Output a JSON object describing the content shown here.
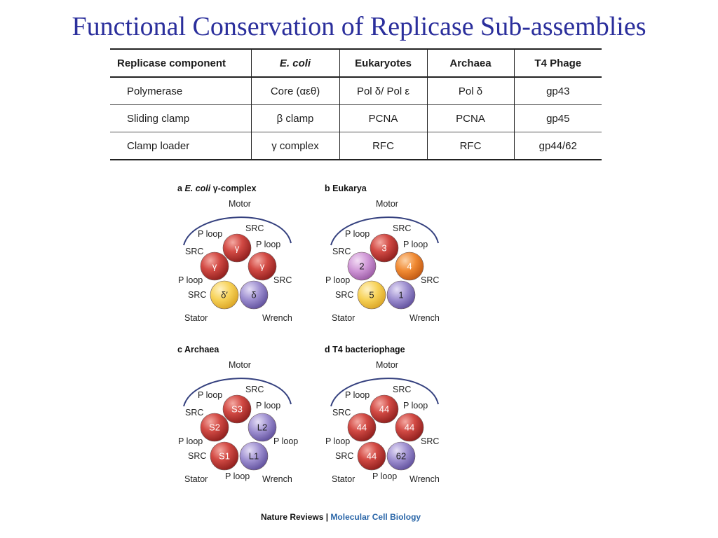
{
  "title": "Functional Conservation of Replicase Sub-assemblies",
  "table": {
    "headers": [
      "Replicase component",
      "E. coli",
      "Eukaryotes",
      "Archaea",
      "T4 Phage"
    ],
    "rows": [
      [
        "Polymerase",
        "Core (αεθ)",
        "Pol δ/ Pol ε",
        "Pol δ",
        "gp43"
      ],
      [
        "Sliding clamp",
        "β clamp",
        "PCNA",
        "PCNA",
        "gp45"
      ],
      [
        "Clamp loader",
        "γ complex",
        "RFC",
        "RFC",
        "gp44/62"
      ]
    ]
  },
  "panels": [
    {
      "letter": "a",
      "title_italic": "E. coli",
      "title_rest": " γ-complex",
      "motor": "Motor",
      "stator": "Stator",
      "wrench": "Wrench",
      "subunits": [
        "γ",
        "γ",
        "γ",
        "δ′",
        "δ"
      ],
      "subunit_colors": [
        "red",
        "red",
        "red",
        "yellow",
        "purple"
      ],
      "labels": [
        "P loop",
        "SRC",
        "P loop",
        "SRC",
        "P loop",
        "SRC",
        "SRC"
      ]
    },
    {
      "letter": "b",
      "title_italic": "",
      "title_rest": "Eukarya",
      "motor": "Motor",
      "stator": "Stator",
      "wrench": "Wrench",
      "subunits": [
        "3",
        "2",
        "4",
        "5",
        "1"
      ],
      "subunit_colors": [
        "red",
        "pink",
        "orange",
        "yellow",
        "purple"
      ],
      "labels": [
        "P loop",
        "SRC",
        "P loop",
        "SRC",
        "P loop",
        "SRC",
        "SRC"
      ]
    },
    {
      "letter": "c",
      "title_italic": "",
      "title_rest": "Archaea",
      "motor": "Motor",
      "stator": "Stator",
      "wrench": "Wrench",
      "subunits": [
        "S3",
        "S2",
        "L2",
        "S1",
        "L1"
      ],
      "subunit_colors": [
        "red",
        "red",
        "purple",
        "red",
        "purple"
      ],
      "labels": [
        "P loop",
        "SRC",
        "P loop",
        "SRC",
        "P loop",
        "P loop",
        "SRC",
        "P loop"
      ]
    },
    {
      "letter": "d",
      "title_italic": "",
      "title_rest": "T4 bacteriophage",
      "motor": "Motor",
      "stator": "Stator",
      "wrench": "Wrench",
      "subunits": [
        "44",
        "44",
        "44",
        "44",
        "62"
      ],
      "subunit_colors": [
        "red",
        "red",
        "red",
        "red",
        "purple"
      ],
      "labels": [
        "P loop",
        "SRC",
        "P loop",
        "SRC",
        "P loop",
        "SRC",
        "SRC",
        "P loop"
      ]
    }
  ],
  "colors": {
    "title": "#2b2f9c",
    "motor_arc": "#34407e",
    "red": "#c8302f",
    "pink": "#c98ad0",
    "orange": "#f07e2a",
    "yellow": "#f5cc4d",
    "purple": "#8f7fc4"
  },
  "credit": {
    "source": "Nature Reviews",
    "separator": " | ",
    "journal": "Molecular Cell Biology"
  }
}
